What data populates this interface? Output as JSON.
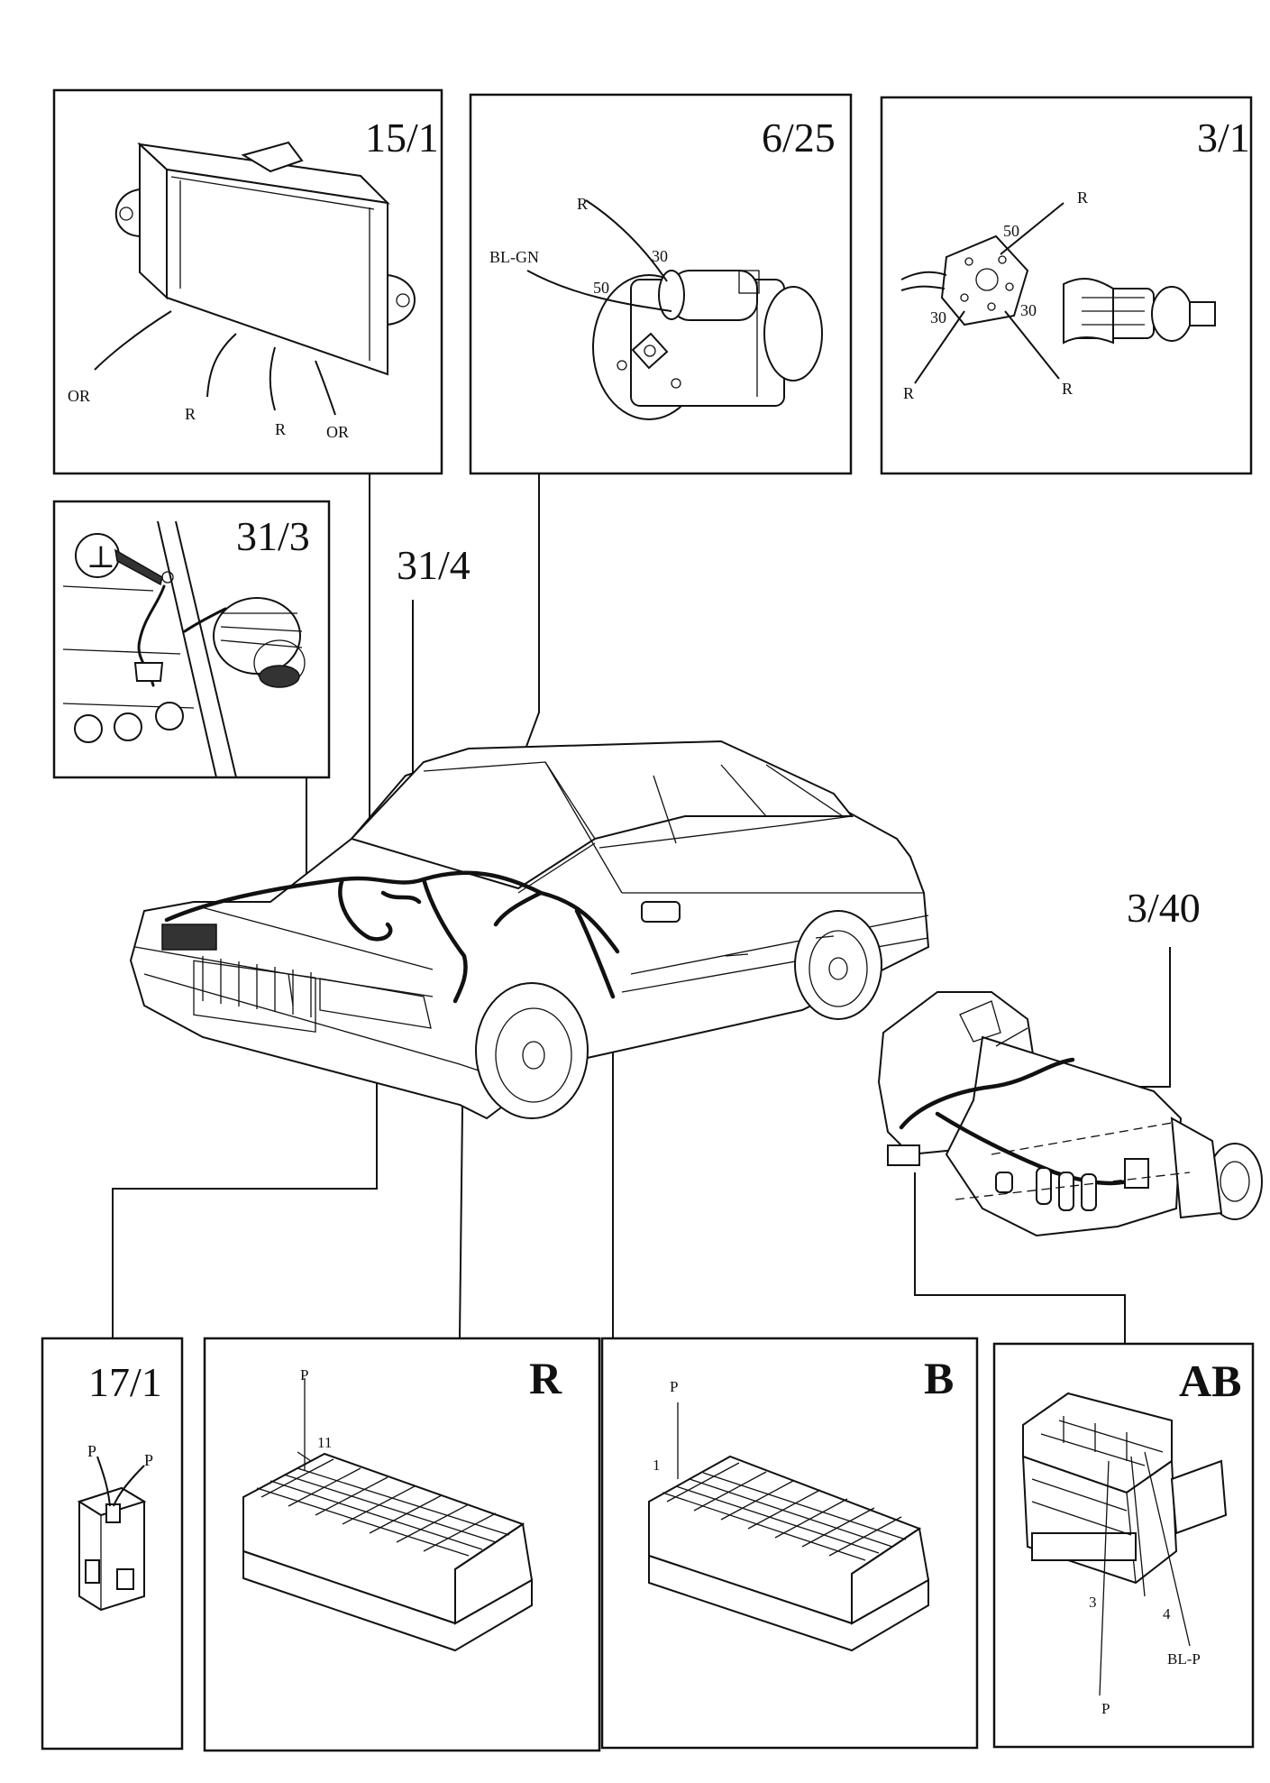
{
  "callouts": {
    "top_left": "15/1",
    "top_middle": "6/25",
    "top_right": "3/1",
    "ground": "31/3",
    "harness": "31/4",
    "transmission": "3/40",
    "bottom_1": "17/1",
    "bottom_2": "R",
    "bottom_3": "B",
    "bottom_4": "AB"
  },
  "wire_labels": {
    "p15_1": [
      "OR",
      "R",
      "R",
      "OR"
    ],
    "p6_25": {
      "color_r": "R",
      "terminal_30": "30",
      "color_blgn": "BL-GN",
      "terminal_50": "50"
    },
    "p3_1": {
      "r_top": "R",
      "t50": "50",
      "t30_left": "30",
      "t30_right": "30",
      "r_bottom_left": "R",
      "r_bottom_right": "R"
    },
    "p17_1": {
      "p_left": "P",
      "p_right": "P"
    },
    "pR": {
      "p": "P",
      "pin": "11"
    },
    "pB": {
      "p": "P",
      "pin": "1"
    },
    "pAB": {
      "pin3": "3",
      "pin4": "4",
      "blp": "BL-P",
      "p": "P"
    }
  },
  "ground_symbol": "⊥"
}
